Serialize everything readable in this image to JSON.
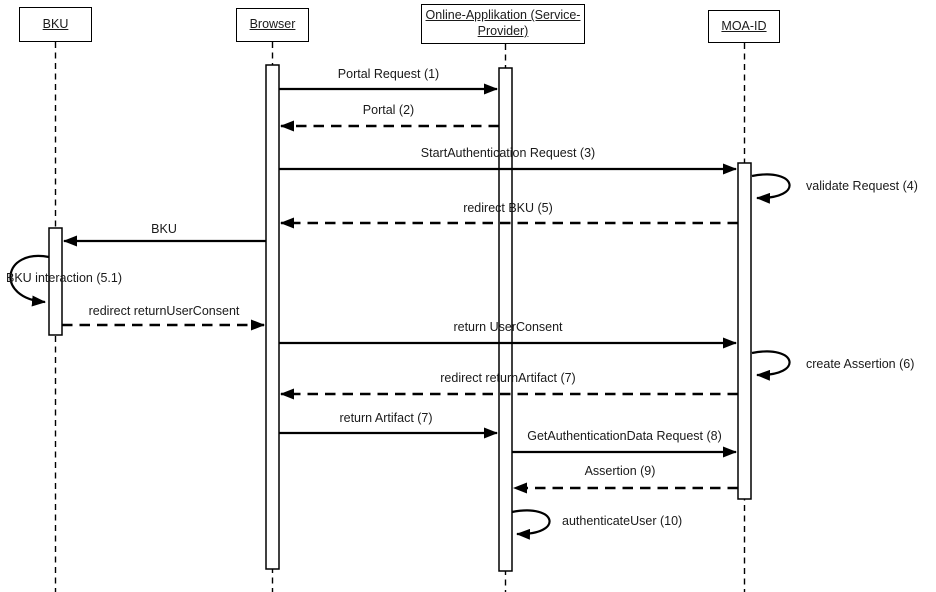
{
  "diagram_type": "uml-sequence",
  "colors": {
    "line": "#000000",
    "background": "#ffffff",
    "text": "#1a1a1a"
  },
  "actors": [
    {
      "id": "bku",
      "name": "BKU"
    },
    {
      "id": "browser",
      "name": "Browser"
    },
    {
      "id": "online_app",
      "name": "Online-Applikation (Service-\nProvider)"
    },
    {
      "id": "moa_id",
      "name": "MOA-ID"
    }
  ],
  "messages": [
    {
      "label": "Portal Request (1)",
      "from": "Browser",
      "to": "Online-Applikation (Service-Provider)",
      "line": "solid"
    },
    {
      "label": "Portal (2)",
      "from": "Online-Applikation (Service-Provider)",
      "to": "Browser",
      "line": "dashed"
    },
    {
      "label": "StartAuthentication Request (3)",
      "from": "Browser",
      "to": "MOA-ID",
      "line": "solid"
    },
    {
      "label": "validate Request (4)",
      "from": "MOA-ID",
      "to": "MOA-ID",
      "line": "self"
    },
    {
      "label": "redirect BKU (5)",
      "from": "MOA-ID",
      "to": "Browser",
      "line": "dashed"
    },
    {
      "label": "BKU",
      "from": "Browser",
      "to": "BKU",
      "line": "solid"
    },
    {
      "label": "BKU interaction (5.1)",
      "from": "BKU",
      "to": "BKU",
      "line": "self"
    },
    {
      "label": "redirect returnUserConsent",
      "from": "BKU",
      "to": "Browser",
      "line": "dashed"
    },
    {
      "label": "return UserConsent",
      "from": "Browser",
      "to": "MOA-ID",
      "line": "solid"
    },
    {
      "label": "create Assertion (6)",
      "from": "MOA-ID",
      "to": "MOA-ID",
      "line": "self"
    },
    {
      "label": "redirect returnArtifact (7)",
      "from": "MOA-ID",
      "to": "Browser",
      "line": "dashed"
    },
    {
      "label": "return Artifact (7)",
      "from": "Browser",
      "to": "Online-Applikation (Service-Provider)",
      "line": "solid"
    },
    {
      "label": "GetAuthenticationData Request (8)",
      "from": "Online-Applikation (Service-Provider)",
      "to": "MOA-ID",
      "line": "solid"
    },
    {
      "label": "Assertion (9)",
      "from": "MOA-ID",
      "to": "Online-Applikation (Service-Provider)",
      "line": "dashed"
    },
    {
      "label": "authenticateUser (10)",
      "from": "Online-Applikation (Service-Provider)",
      "to": "Online-Applikation (Service-Provider)",
      "line": "self"
    }
  ]
}
